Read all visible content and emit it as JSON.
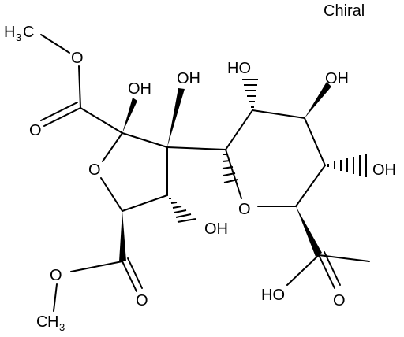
{
  "chiral_label": "Chiral",
  "atoms": {
    "methyl_top_h": "H",
    "methyl_top_sub": "3",
    "methyl_top_c": "C",
    "o_ester_top": "O",
    "o_carbonyl_top": "O",
    "oh_c2": "OH",
    "oh_c3": "OH",
    "o_ring_furanose": "O",
    "oh_c4": "OH",
    "o_ester_bottom": "O",
    "o_carbonyl_bottom": "O",
    "methyl_bottom_h": "H",
    "methyl_bottom_sub": "3",
    "methyl_bottom_c": "C",
    "oh_pyranose_top": "HO",
    "oh_pyranose_c3": "OH",
    "oh_pyranose_c4": "OH",
    "o_ring_pyranose": "O",
    "acid_oh": "HO",
    "acid_o": "O"
  }
}
